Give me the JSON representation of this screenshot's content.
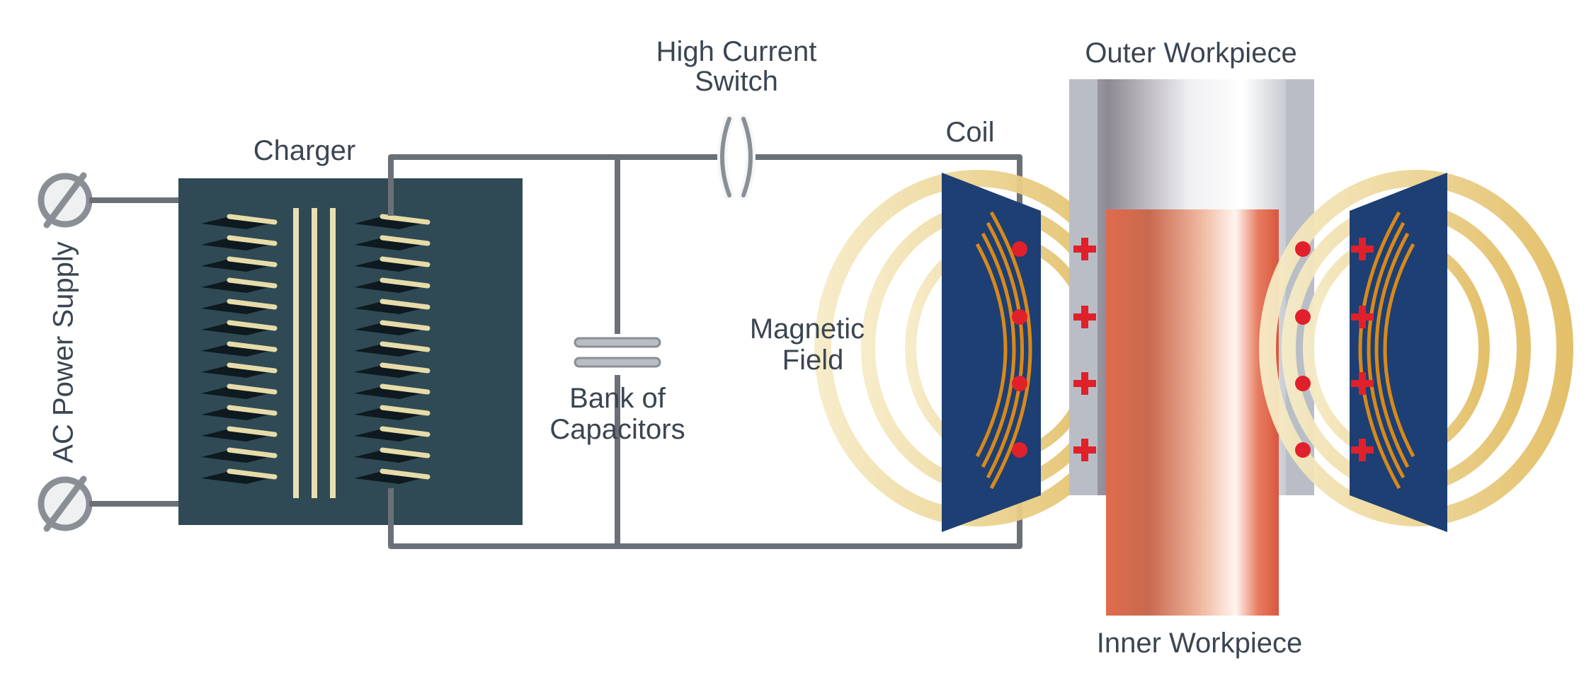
{
  "labels": {
    "ac_power_supply": "AC Power Supply",
    "charger": "Charger",
    "high_current_switch_line1": "High Current",
    "high_current_switch_line2": "Switch",
    "bank_of_capacitors_line1": "Bank of",
    "bank_of_capacitors_line2": "Capacitors",
    "coil": "Coil",
    "magnetic_field_line1": "Magnetic",
    "magnetic_field_line2": "Field",
    "outer_workpiece": "Outer Workpiece",
    "inner_workpiece": "Inner Workpiece"
  },
  "colors": {
    "charger_body": "#2f4a55",
    "wire": "#6b7078",
    "coil_block": "#1d3f73",
    "field_ring": "#e8cf86",
    "coil_wire": "#d8891a",
    "outer_workpiece": "#b9bec6",
    "inner_workpiece": "#dd6a4e",
    "charge_marks": "#e0202a"
  }
}
